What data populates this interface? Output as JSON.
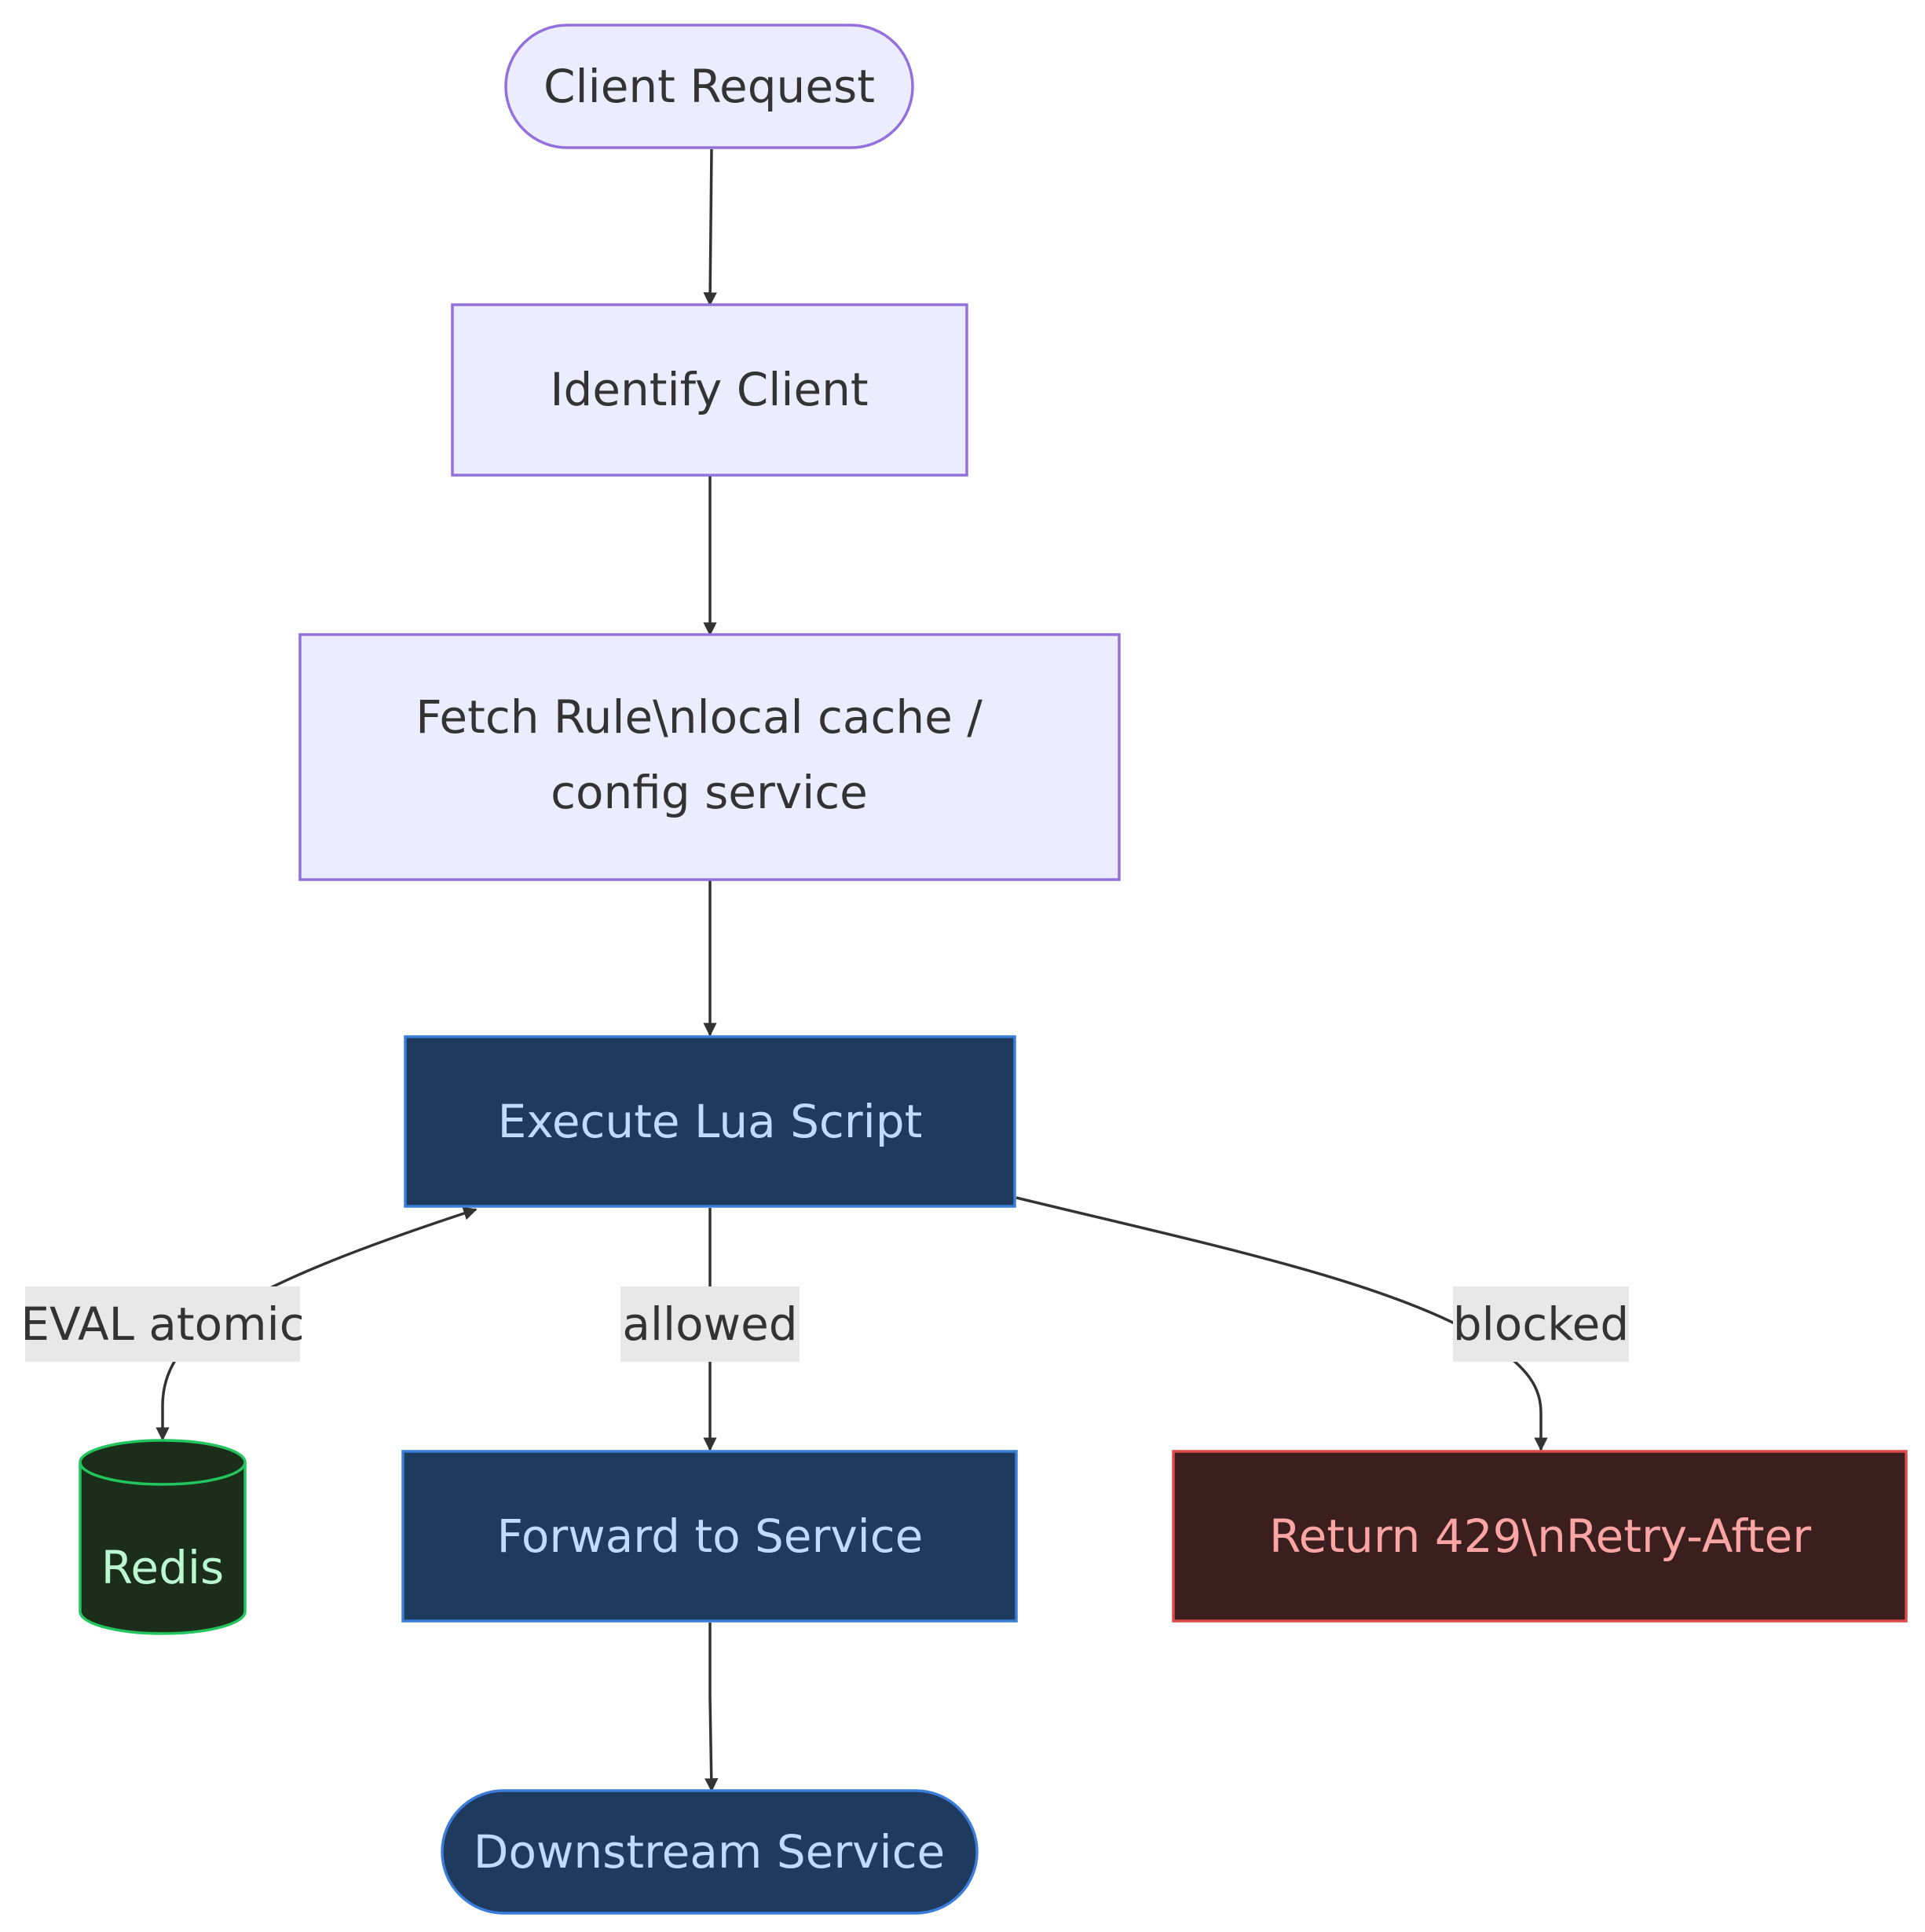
{
  "nodes": {
    "client_request": {
      "label": "Client Request"
    },
    "identify_client": {
      "label": "Identify Client"
    },
    "fetch_rule": {
      "label_line1": "Fetch Rule\\nlocal cache /",
      "label_line2": "config service"
    },
    "execute_lua": {
      "label": "Execute Lua Script"
    },
    "redis": {
      "label": "Redis"
    },
    "forward_service": {
      "label": "Forward to Service"
    },
    "return_429": {
      "label": "Return 429\\nRetry-After"
    },
    "downstream_service": {
      "label": "Downstream Service"
    }
  },
  "edges": {
    "eval_atomic": {
      "label": "EVAL atomic"
    },
    "allowed": {
      "label": "allowed"
    },
    "blocked": {
      "label": "blocked"
    }
  },
  "colors": {
    "light_fill": "#ececff",
    "light_stroke": "#9370db",
    "light_text": "#333333",
    "blue_fill": "#1e3a5f",
    "blue_stroke": "#3b7dd8",
    "blue_text": "#bfdbfe",
    "green_fill": "#1a2e1a",
    "green_stroke": "#22c55e",
    "green_text": "#bbf7d0",
    "red_fill": "#3b1e1e",
    "red_stroke": "#dc4a4a",
    "red_text": "#fca5a5",
    "edge": "#333333",
    "label_bg": "#e8e8e8"
  }
}
